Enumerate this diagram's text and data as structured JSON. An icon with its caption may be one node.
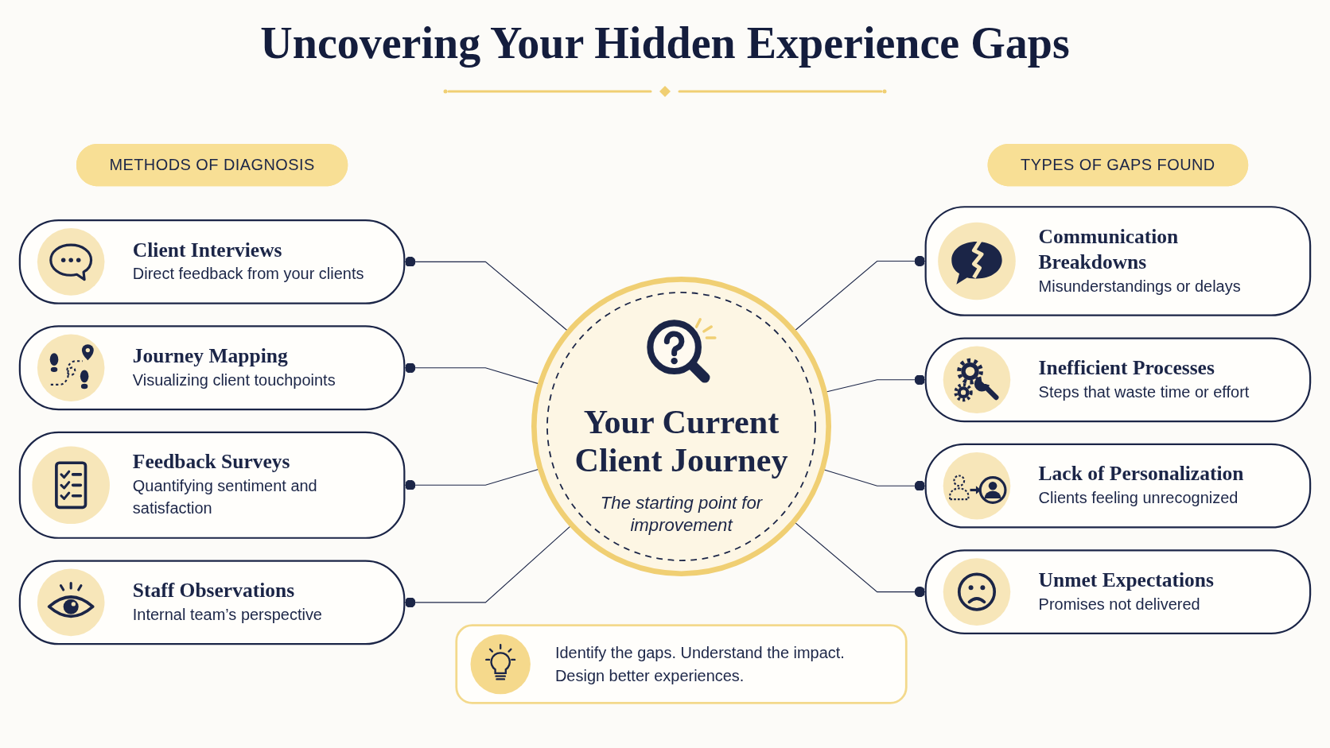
{
  "diagram": {
    "title": "Uncovering Your Hidden Experience Gaps",
    "nodes": [
      {
        "text": [
          "METHODS OF DIAGNOSIS"
        ]
      },
      {
        "text": [
          "TYPES OF GAPS FOUND"
        ]
      },
      {
        "text": [
          "Client Interviews",
          "Direct feedback from your clients"
        ]
      },
      {
        "text": [
          "Journey Mapping",
          "Visualizing client touchpoints"
        ]
      },
      {
        "text": [
          "Feedback Surveys",
          "Quantifying sentiment and satisfaction"
        ]
      },
      {
        "text": [
          "Staff Observations",
          "Internal team’s perspective"
        ]
      },
      {
        "text": [
          "Your Current Client Journey",
          "The starting point for improvement"
        ]
      },
      {
        "text": [
          "Communication Breakdowns",
          "Misunderstandings or delays"
        ]
      },
      {
        "text": [
          "Inefficient Processes",
          "Steps that waste time or effort"
        ]
      },
      {
        "text": [
          "Lack of Personalization",
          "Clients feeling unrecognized"
        ]
      },
      {
        "text": [
          "Unmet Expectations",
          "Promises not delivered"
        ]
      },
      {
        "text": [
          "Identify the gaps. Understand the impact. Design better experiences."
        ]
      }
    ],
    "edges": [
      {
        "from": 2,
        "to": 6,
        "arrow": "other"
      },
      {
        "from": 3,
        "to": 6,
        "arrow": "other"
      },
      {
        "from": 4,
        "to": 6,
        "arrow": "other"
      },
      {
        "from": 5,
        "to": 6,
        "arrow": "other"
      },
      {
        "from": 6,
        "to": 7,
        "arrow": "other"
      },
      {
        "from": 6,
        "to": 8,
        "arrow": "other"
      },
      {
        "from": 6,
        "to": 9,
        "arrow": "other"
      },
      {
        "from": 6,
        "to": 10,
        "arrow": "other"
      }
    ]
  }
}
